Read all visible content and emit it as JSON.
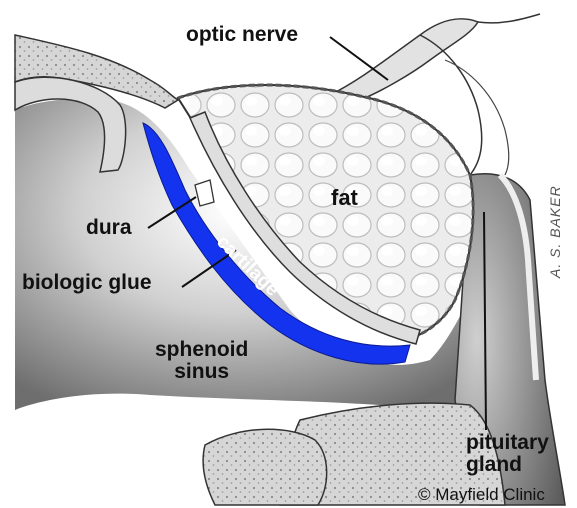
{
  "colors": {
    "glue": "#1433ee",
    "bone": "#d9d9d9",
    "bone_dark": "#9a9a9a",
    "sinus_shadow": "#6e6e6e",
    "fat": "#f0f0f0",
    "line": "#222222"
  },
  "labels": {
    "optic_nerve": "optic nerve",
    "fat": "fat",
    "dura": "dura",
    "cartilage": "cartilage",
    "biologic_glue": "biologic glue",
    "sphenoid_line1": "sphenoid",
    "sphenoid_line2": "sinus",
    "pituitary_line1": "pituitary",
    "pituitary_line2": "gland"
  },
  "signature": "A. S. BAKER",
  "copyright": "© Mayfield Clinic"
}
